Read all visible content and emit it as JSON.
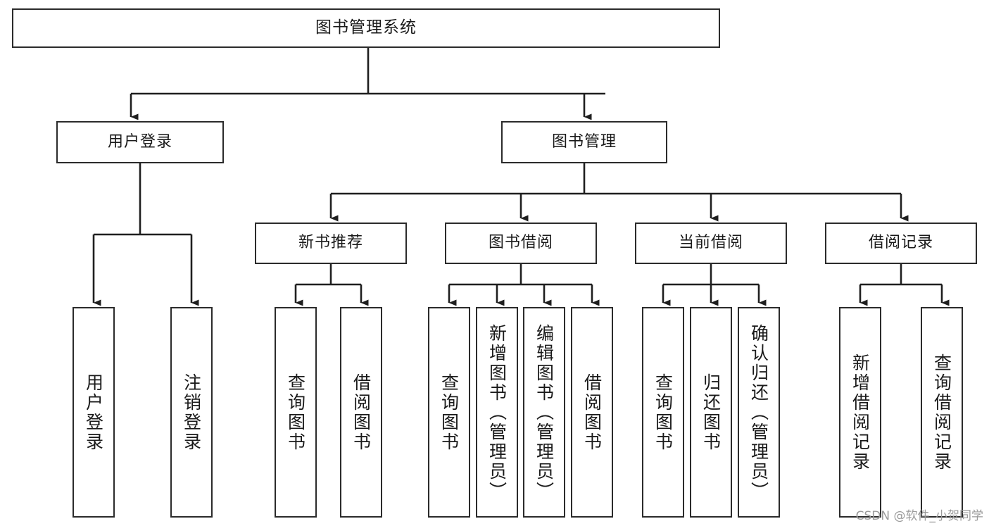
{
  "diagram": {
    "type": "tree-hierarchy",
    "title": "图书管理系统",
    "watermark": "CSDN @软件_小贺同学",
    "colors": {
      "box_border": "#2b2b2b",
      "box_fill": "#ffffff",
      "connector": "#1f1f1f",
      "text": "#1a1a1a",
      "watermark": "#9a9a9a",
      "background": "#ffffff"
    },
    "nodes": {
      "root": {
        "label": "图书管理系统"
      },
      "level2": [
        {
          "label": "用户登录"
        },
        {
          "label": "图书管理"
        }
      ],
      "level3": [
        {
          "label": "新书推荐"
        },
        {
          "label": "图书借阅"
        },
        {
          "label": "当前借阅"
        },
        {
          "label": "借阅记录"
        }
      ],
      "leaves": {
        "user_login": [
          {
            "label": "用户登录"
          },
          {
            "label": "注销登录"
          }
        ],
        "new_book_recommend": [
          {
            "label": "查询图书"
          },
          {
            "label": "借阅图书"
          }
        ],
        "book_borrow": [
          {
            "label": "查询图书"
          },
          {
            "label": "新增图书（管理员）"
          },
          {
            "label": "编辑图书（管理员）"
          },
          {
            "label": "借阅图书"
          }
        ],
        "current_borrow": [
          {
            "label": "查询图书"
          },
          {
            "label": "归还图书"
          },
          {
            "label": "确认归还（管理员）"
          }
        ],
        "borrow_record": [
          {
            "label": "新增借阅记录"
          },
          {
            "label": "查询借阅记录"
          }
        ]
      }
    }
  }
}
